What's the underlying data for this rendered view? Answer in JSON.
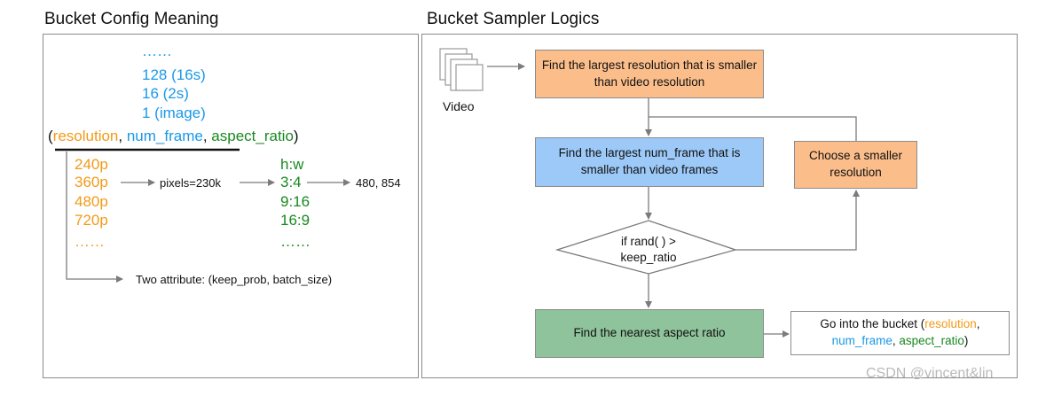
{
  "left_panel": {
    "title": "Bucket Config Meaning",
    "frame_options": [
      "……",
      "128  (16s)",
      "16  (2s)",
      "1    (image)"
    ],
    "tuple": {
      "open": "(",
      "resolution": "resolution",
      "sep1": ", ",
      "num_frame": "num_frame",
      "sep2": ", ",
      "aspect_ratio": "aspect_ratio",
      "close": ")"
    },
    "resolutions": [
      "240p",
      "360p",
      "480p",
      "720p",
      "……"
    ],
    "aspect_ratios": [
      "h:w",
      "3:4",
      "9:16",
      "16:9",
      "……"
    ],
    "pixels_label": "pixels=230k",
    "result_label": "480, 854",
    "attributes_label": "Two attribute: (keep_prob, batch_size)"
  },
  "right_panel": {
    "title": "Bucket Sampler Logics",
    "video_label": "Video",
    "step1": "Find the largest resolution that is smaller than video resolution",
    "step2": "Find the largest num_frame that is smaller than video frames",
    "decision": "if rand( ) > keep_ratio",
    "step_smaller": "Choose a smaller resolution",
    "step3": "Find the nearest aspect ratio",
    "final": {
      "prefix": "Go into the bucket  (",
      "resolution": "resolution",
      "sep1": ",",
      "num_frame": "num_frame",
      "sep2": ", ",
      "aspect_ratio": "aspect_ratio",
      "close": ")"
    }
  },
  "watermark": "CSDN @vincent&lin",
  "colors": {
    "resolution": "#f39a17",
    "num_frame": "#1a98e8",
    "aspect_ratio": "#18891f",
    "orange_box": "#fbbe8b",
    "blue_box": "#9cc9f7",
    "green_box": "#8fc39b"
  }
}
